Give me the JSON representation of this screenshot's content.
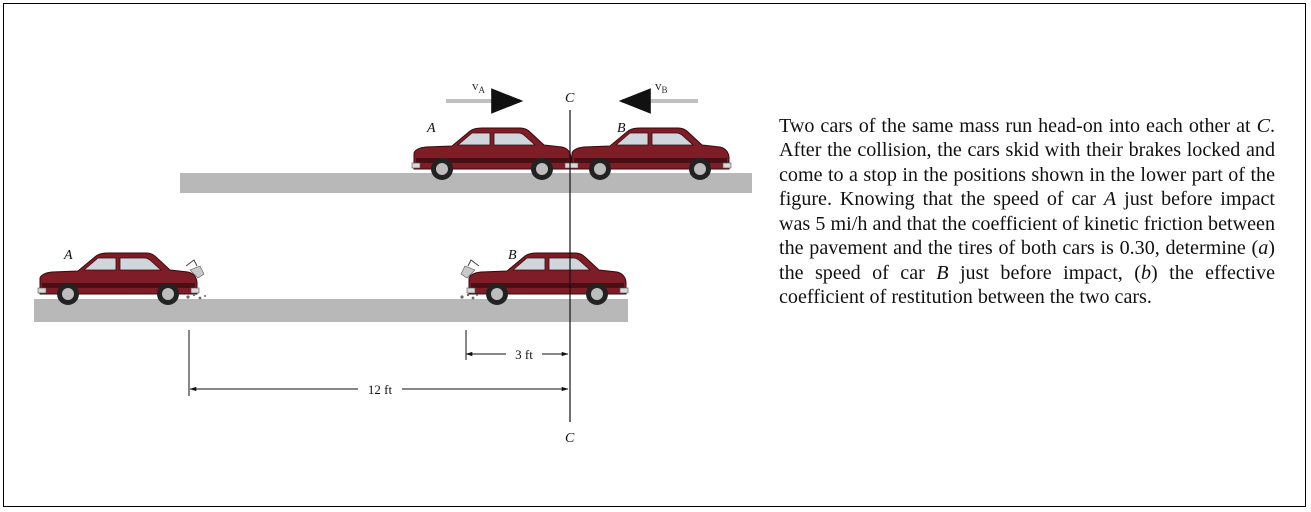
{
  "figure": {
    "velocity_a": "v",
    "velocity_a_sub": "A",
    "velocity_b": "v",
    "velocity_b_sub": "B",
    "line_label_top": "C",
    "line_label_bottom": "C",
    "car_a_label_top": "A",
    "car_b_label_top": "B",
    "car_a_label_bottom": "A",
    "car_b_label_bottom": "B",
    "dim_3ft": "3 ft",
    "dim_12ft": "12 ft"
  },
  "problem": {
    "p1": "Two cars of the same mass run head-on into each other at ",
    "p1_var": "C",
    "p2": ". After the collision, the cars skid with their brakes locked and come to a stop in the positions shown in the lower part of the figure. Knowing that the speed of car ",
    "p2_var": "A",
    "p3": " just before impact was 5 mi/h and that the coefficient of kinetic friction between the pavement and the tires of both cars is 0.30, determine (",
    "p3_var": "a",
    "p4": ") the speed of car ",
    "p4_var": "B",
    "p5": " just before impact, (",
    "p5_var": "b",
    "p6": ") the effective coefficient of restitution between the two cars."
  },
  "colors": {
    "car_body": "#7f1d27",
    "car_stripe": "#5a1219",
    "ground": "#b8b8b8",
    "ink": "#111111"
  }
}
